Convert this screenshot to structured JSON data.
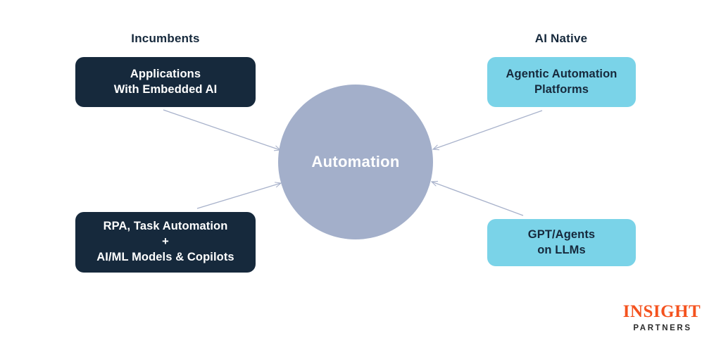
{
  "diagram": {
    "title_center": "Automation",
    "headers": [
      {
        "id": "incumbents",
        "label": "Incumbents"
      },
      {
        "id": "ai-native",
        "label": "AI Native"
      }
    ],
    "nodes": [
      {
        "id": "applications-with-embedded-ai",
        "label": "Applications\nWith Embedded AI",
        "style": "dark",
        "column": "incumbents",
        "position": "top-left"
      },
      {
        "id": "rpa-task-automation",
        "label": "RPA, Task Automation\n+\nAI/ML Models  & Copilots",
        "style": "dark",
        "column": "incumbents",
        "position": "bottom-left"
      },
      {
        "id": "agentic-automation-platforms",
        "label": "Agentic  Automation\nPlatforms",
        "style": "cyan",
        "column": "ai-native",
        "position": "top-right"
      },
      {
        "id": "gpt-agents-on-llms",
        "label": "GPT/Agents\non LLMs",
        "style": "cyan",
        "column": "ai-native",
        "position": "bottom-right"
      }
    ],
    "connectors": [
      {
        "from": "applications-with-embedded-ai",
        "to": "automation-hub"
      },
      {
        "from": "rpa-task-automation",
        "to": "automation-hub"
      },
      {
        "from": "agentic-automation-platforms",
        "to": "automation-hub"
      },
      {
        "from": "gpt-agents-on-llms",
        "to": "automation-hub"
      }
    ]
  },
  "logo": {
    "primary": "INSIGHT",
    "secondary": "PARTNERS"
  },
  "colors": {
    "navy": "#16293C",
    "cyan": "#7AD3E8",
    "hub_blue_grey": "#A3AFCA",
    "connector": "#A8B2CB",
    "logo_orange": "#F4521E",
    "background": "#FFFFFF"
  }
}
